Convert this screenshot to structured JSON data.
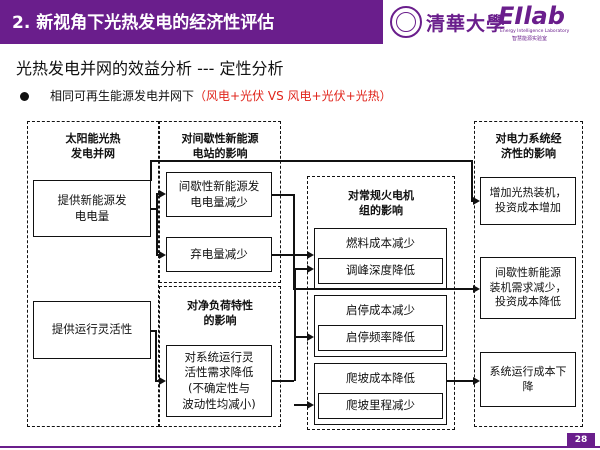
{
  "header": {
    "title": "2. 新视角下光热发电的经济性评估",
    "university": "清華大學",
    "lab_logo": "EIlab",
    "lab_en": "Energy Intelligence Laboratory",
    "lab_cn": "智慧能源实验室"
  },
  "subtitle": "光热发电并网的效益分析 --- 定性分析",
  "bullet": {
    "text": "相同可再生能源发电并网下",
    "highlight": "（风电+光伏  VS 风电+光伏+光热）"
  },
  "columns": {
    "col1": {
      "header": "太阳能光热\n发电并网",
      "boxes": [
        "提供新能源发\n电电量",
        "提供运行灵活性"
      ]
    },
    "col2": {
      "header_top": "对间歇性新能源\n电站的影响",
      "boxes_top": [
        "间歇性新能源发\n电电量减少",
        "弃电量减少"
      ],
      "header_bottom": "对净负荷特性\n的影响",
      "box_bottom": "对系统运行灵\n活性需求降低\n(不确定性与\n波动性均减小)"
    },
    "col3": {
      "header": "对常规火电机\n组的影响",
      "groups": [
        {
          "main": "燃料成本减少",
          "sub": "调峰深度降低"
        },
        {
          "main": "启停成本减少",
          "sub": "启停频率降低"
        },
        {
          "main": "爬坡成本降低",
          "sub": "爬坡里程减少"
        }
      ]
    },
    "col4": {
      "header": "对电力系统经\n济性的影响",
      "boxes": [
        "增加光热装机，\n投资成本增加",
        "间歇性新能源\n装机需求减少，\n投资成本降低",
        "系统运行成本下\n降"
      ]
    }
  },
  "slide_number": "28",
  "colors": {
    "brand": "#6a1e8c",
    "highlight": "#e0241b"
  }
}
